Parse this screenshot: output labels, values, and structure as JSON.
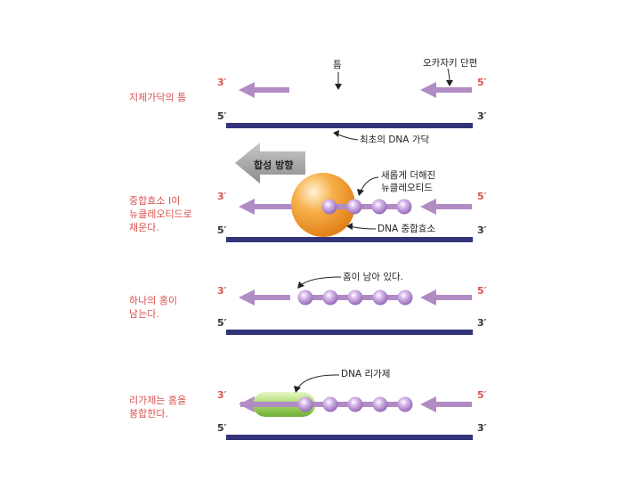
{
  "colors": {
    "label_red": "#d9534f",
    "template_strand": "#33337a",
    "new_strand": "#b18bc4",
    "nucleotide": "#b38ad0",
    "polymerase": "#f29a2e",
    "ligase": "#a6d96a",
    "synthesis_arrow": "#9a9a9a"
  },
  "panels": [
    {
      "side_label": "지체가닥의 틈",
      "top_left": "3′",
      "top_right": "5′",
      "bottom_left": "5′",
      "bottom_right": "3′"
    },
    {
      "side_label": "중합효소 I이\n뉴클레오티드로\n채운다.",
      "top_left": "3′",
      "top_right": "5′",
      "bottom_left": "5′",
      "bottom_right": "3′"
    },
    {
      "side_label": "하나의 홈이\n남는다.",
      "top_left": "3′",
      "top_right": "5′",
      "bottom_left": "5′",
      "bottom_right": "3′"
    },
    {
      "side_label": "리가제는 홈을\n봉합한다.",
      "top_left": "3′",
      "top_right": "5′",
      "bottom_left": "5′",
      "bottom_right": "3′"
    }
  ],
  "annotations": {
    "gap": "틈",
    "okazaki": "오카자키 단편",
    "first_dna": "최초의 DNA 가닥",
    "synthesis": "합성 방향",
    "new_nucleotides": "새롭게 더해진\n뉴클레오티드",
    "polymerase": "DNA 중합효소",
    "nick": "홈이 남아 있다.",
    "ligase": "DNA 리가제"
  }
}
